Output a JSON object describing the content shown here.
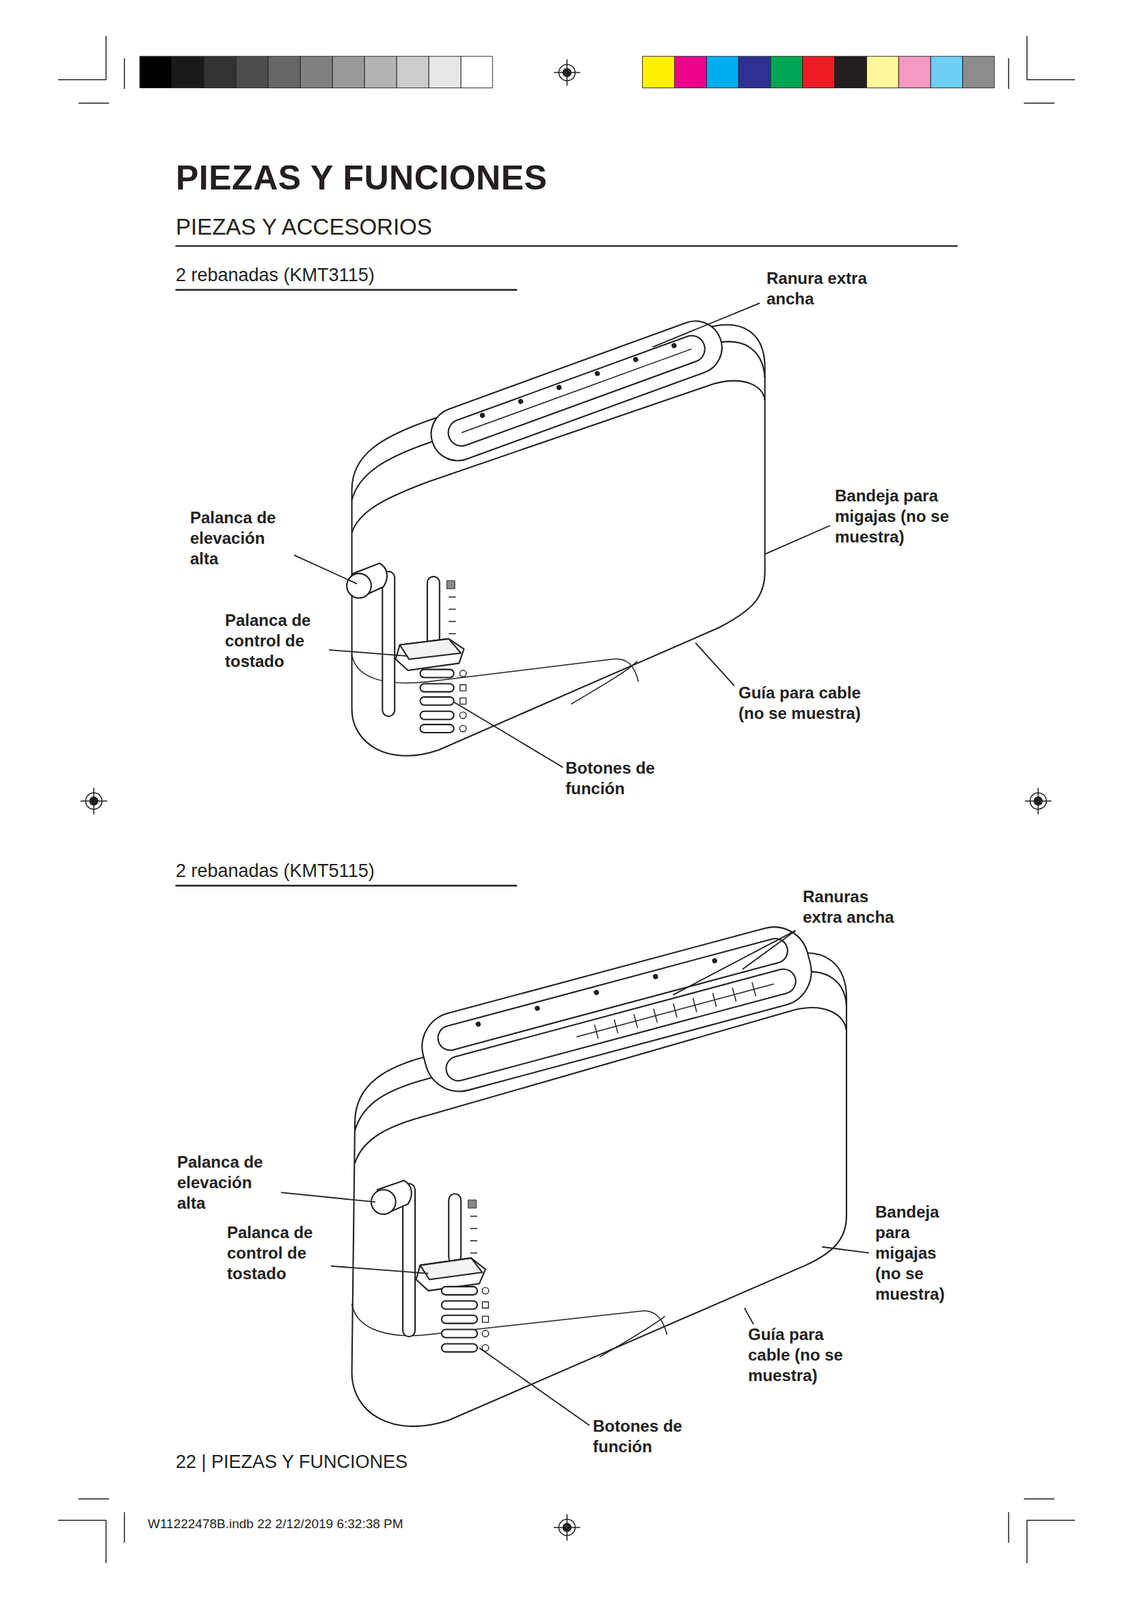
{
  "diagram": {
    "title": "PIEZAS Y FUNCIONES",
    "labels": [
      "PIEZAS Y ACCESORIOS",
      "2 rebanadas (KMT3115)",
      "Ranura extra ancha",
      "Palanca de elevación alta",
      "Bandeja para migajas (no se muestra)",
      "Palanca de control de tostado",
      "Guía para cable (no se muestra)",
      "Botones de función",
      "2 rebanadas (KMT5115)",
      "Ranuras extra ancha",
      "Palanca de elevación alta",
      "Palanca de control de tostado",
      "Bandeja para migajas (no se muestra)",
      "Guía para cable (no se muestra)",
      "Botones de función",
      "22 | PIEZAS Y FUNCIONES",
      "W11222478B.indb 22 2/12/2019 6:32:38 PM"
    ]
  }
}
